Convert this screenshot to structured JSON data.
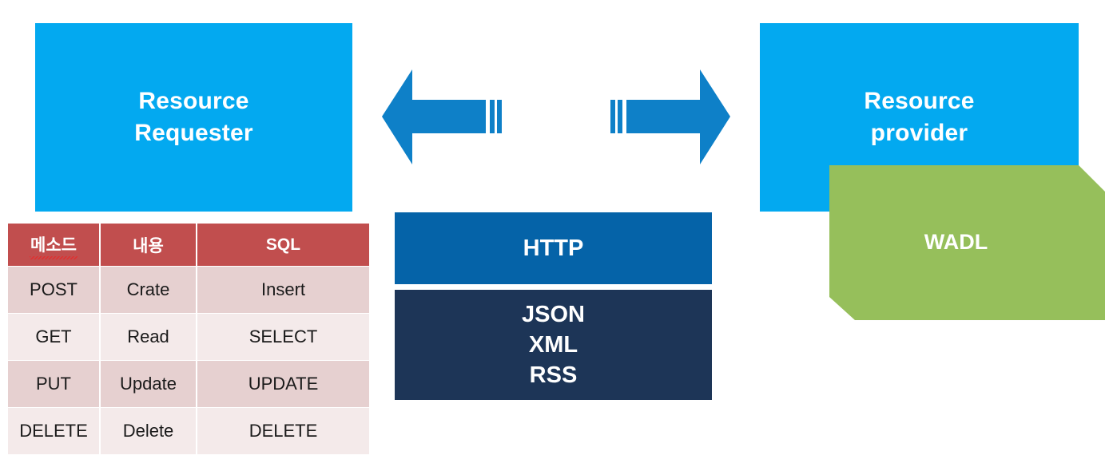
{
  "colors": {
    "actor_blue": "#03A9F0",
    "arrow_blue": "#0E80C8",
    "http_blue": "#0563A8",
    "payload_navy": "#1D3557",
    "wadl_green": "#96BF5B",
    "table_header_red": "#C14E4E",
    "table_row_dark": "#E6D0D0",
    "table_row_light": "#F4EAEA",
    "text_white": "#FFFFFF",
    "text_dark": "#1A1A1A"
  },
  "actors": {
    "requester": {
      "line1": "Resource",
      "line2": "Requester"
    },
    "provider": {
      "line1": "Resource",
      "line2": "provider"
    }
  },
  "arrows": {
    "left": {
      "name": "response-arrow",
      "direction": "left",
      "stripes": 2
    },
    "right": {
      "name": "request-arrow",
      "direction": "right",
      "stripes": 2
    }
  },
  "protocol_stack": {
    "transport": "HTTP",
    "formats_line1": "JSON",
    "formats_line2": "XML",
    "formats_line3": "RSS"
  },
  "wadl": {
    "label": "WADL"
  },
  "method_table": {
    "headers": [
      "메소드",
      "내용",
      "SQL"
    ],
    "rows": [
      [
        "POST",
        "Crate",
        "Insert"
      ],
      [
        "GET",
        "Read",
        "SELECT"
      ],
      [
        "PUT",
        "Update",
        "UPDATE"
      ],
      [
        "DELETE",
        "Delete",
        "DELETE"
      ]
    ]
  }
}
